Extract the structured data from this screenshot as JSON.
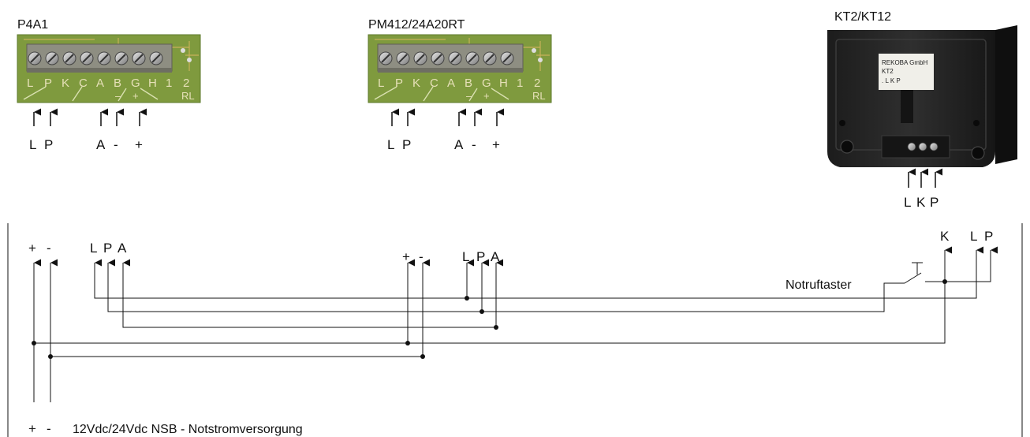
{
  "devices": {
    "p4a1": {
      "title": "P4A1",
      "board_letters": [
        "L",
        "P",
        "K",
        "C",
        "A",
        "B",
        "G",
        "H",
        "1",
        "2"
      ],
      "board_marks": [
        "–",
        "+",
        "RL"
      ],
      "terminal_labels": [
        "L",
        "P",
        "A",
        "-",
        "+"
      ]
    },
    "pm412": {
      "title": "PM412/24A20RT",
      "board_letters": [
        "L",
        "P",
        "K",
        "C",
        "A",
        "B",
        "G",
        "H",
        "1",
        "2"
      ],
      "board_marks": [
        "–",
        "+",
        "RL"
      ],
      "terminal_labels": [
        "L",
        "P",
        "A",
        "-",
        "+"
      ]
    },
    "kt2": {
      "title": "KT2/KT12",
      "sticker_lines": [
        "REKOBA GmbH",
        "KT2",
        ". L  K  P"
      ],
      "terminal_labels": [
        "L",
        "K",
        "P"
      ]
    }
  },
  "schematic": {
    "group1": [
      "+",
      "-"
    ],
    "group2": [
      "L",
      "P",
      "A"
    ],
    "group3": [
      "+",
      "-"
    ],
    "group4": [
      "L",
      "P",
      "A"
    ],
    "k_label": "K",
    "group5": [
      "L",
      "P"
    ],
    "switch_label": "Notruftaster",
    "supply_polarity": [
      "+",
      "-"
    ],
    "supply_label": "12Vdc/24Vdc NSB - Notstromversorgung"
  },
  "colors": {
    "line": "#111111",
    "board_green": "#7f9a3e",
    "terminal_gray": "#8e8e82",
    "housing": "#2a2a2a"
  }
}
